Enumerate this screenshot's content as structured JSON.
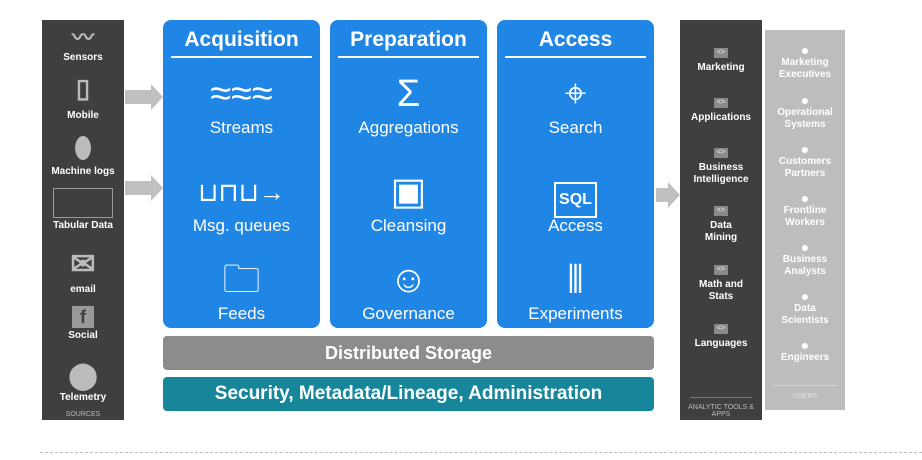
{
  "sources": {
    "items": [
      {
        "label": "Sensors",
        "icon": "sensor-wave-icon"
      },
      {
        "label": "Mobile",
        "icon": "mobile-phone-icon"
      },
      {
        "label": "Machine logs",
        "icon": "mouse-icon"
      },
      {
        "label": "Tabular Data",
        "icon": "table-icon"
      },
      {
        "label": "email",
        "icon": "envelope-icon"
      },
      {
        "label": "Social",
        "icon": "facebook-icon"
      },
      {
        "label": "Telemetry",
        "icon": "location-pin-icon"
      }
    ],
    "footer": "SOURCES"
  },
  "panels": [
    {
      "title": "Acquisition",
      "items": [
        {
          "label": "Streams",
          "icon": "waves-icon"
        },
        {
          "label": "Msg. queues",
          "icon": "queue-icon"
        },
        {
          "label": "Feeds",
          "icon": "folder-icon"
        }
      ]
    },
    {
      "title": "Preparation",
      "items": [
        {
          "label": "Aggregations",
          "icon": "sigma-icon"
        },
        {
          "label": "Cleansing",
          "icon": "washing-machine-icon"
        },
        {
          "label": "Governance",
          "icon": "police-icon"
        }
      ]
    },
    {
      "title": "Access",
      "items": [
        {
          "label": "Search",
          "icon": "telescope-icon"
        },
        {
          "label": "Access",
          "icon": "sql-file-icon",
          "icon_text": "SQL"
        },
        {
          "label": "Experiments",
          "icon": "test-tubes-icon"
        }
      ]
    }
  ],
  "storage": "Distributed Storage",
  "security": "Security, Metadata/Lineage, Administration",
  "tools": {
    "items": [
      "Marketing",
      "Applications",
      "Business Intelligence",
      "Data Mining",
      "Math and Stats",
      "Languages"
    ],
    "icon_text": "<>",
    "footer": "ANALYTIC TOOLS & APPS"
  },
  "users": {
    "items": [
      "Marketing Executives",
      "Operational Systems",
      "Customers Partners",
      "Frontline Workers",
      "Business Analysts",
      "Data Scientists",
      "Engineers"
    ],
    "footer": "USERS"
  },
  "colors": {
    "blue": "#1f86e6",
    "storage": "#8c8c8c",
    "security": "#17869a",
    "dark": "#3f3f3f",
    "users": "#bdbdbd"
  }
}
